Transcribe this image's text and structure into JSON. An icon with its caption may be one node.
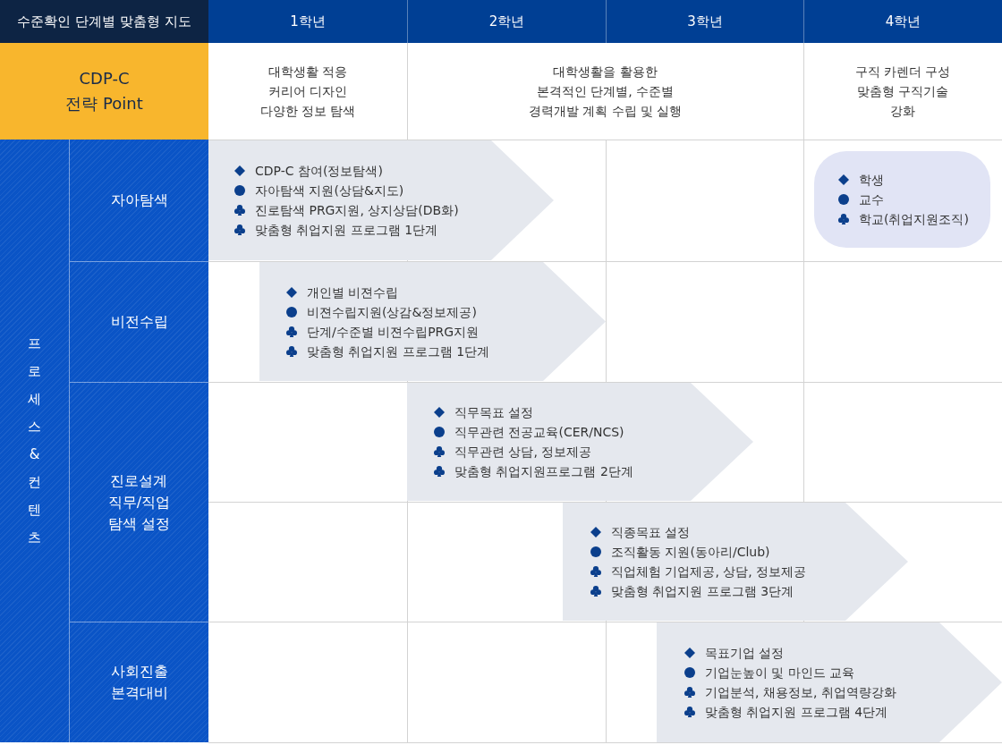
{
  "diagram": {
    "nodes": [
      {
        "text": [
          "CDP-C 참여(정보탐색)",
          "자아탐색 지원(상담&지도)",
          "진로탐색 PRG지원, 상지상담(DB화)",
          "맞춤형 취업지원 프로그램 1단계"
        ]
      },
      {
        "text": [
          "개인별 비젼수립",
          "비젼수립지원(상감&정보제공)",
          "단계/수준별 비젼수립PRG지원",
          "맞춤형 취업지원 프로그램 1단계"
        ]
      },
      {
        "text": [
          "직무목표 설정",
          "직무관련 전공교육(CER/NCS)",
          "직무관련 상담, 정보제공",
          "맞춤형 취업지원프로그램 2단계"
        ]
      },
      {
        "text": [
          "직종목표 설정",
          "조직활동 지원(동아리/Club)",
          "직업체험 기업제공, 상담, 정보제공",
          "맞춤형 취업지원 프로그램 3단계"
        ]
      },
      {
        "text": [
          "목표기업 설정",
          "기업눈높이 및 마인드 교육",
          "기업분석, 채용정보, 취업역량강화",
          "맞춤형 취업지원 프로그램 4단계"
        ]
      }
    ],
    "labels": [
      "수준확인 단계별 맞춤형 지도",
      "1학년",
      "2학년",
      "3학년",
      "4학년",
      "CDP-C 전략 Point",
      "대학생활 적응 커리어 디자인 다양한 정보 탐색",
      "대학생활을 활용한 본격적인 단계별, 수준별 경력개발 계획 수립 및 실행",
      "구직 카렌더 구성 맞춤형 구직기술 강화",
      "프로세스&컨텐츠",
      "자아탐색",
      "비전수립",
      "진로설계 직무/직업 탐색 설정",
      "사회진출 본격대비"
    ],
    "legend": [
      {
        "text": "학생"
      },
      {
        "text": "교수"
      },
      {
        "text": "학교(취업지원조직)"
      }
    ]
  }
}
